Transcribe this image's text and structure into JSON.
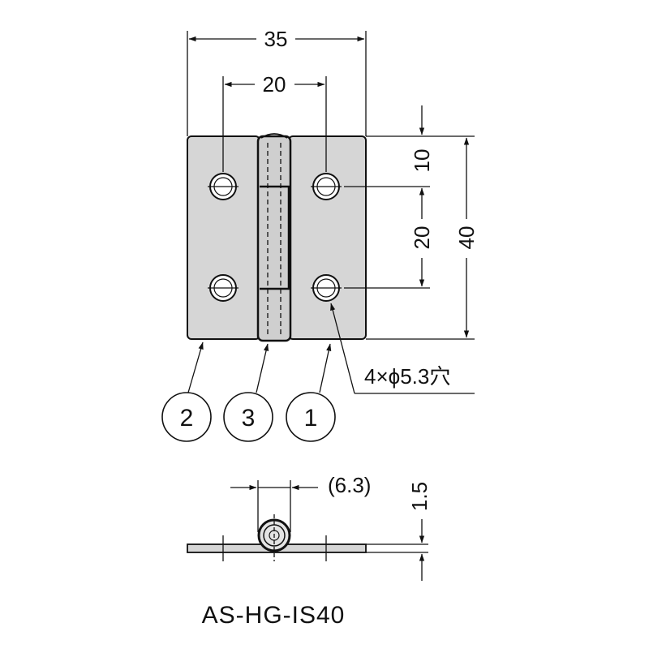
{
  "dimensions": {
    "width_total": "35",
    "hole_pitch_horizontal": "20",
    "edge_to_hole": "10",
    "hole_pitch_vertical": "20",
    "height_total": "40",
    "hole_spec": "4×ϕ5.3穴",
    "knuckle_diameter": "(6.3)",
    "plate_thickness": "1.5"
  },
  "callouts": {
    "leaf_right": "1",
    "leaf_left": "2",
    "pin": "3"
  },
  "model_code": "AS-HG-IS40",
  "colors": {
    "plate_fill": "#d6d6d6",
    "knuckle_fill": "#cfcfcf",
    "line": "#111111"
  }
}
